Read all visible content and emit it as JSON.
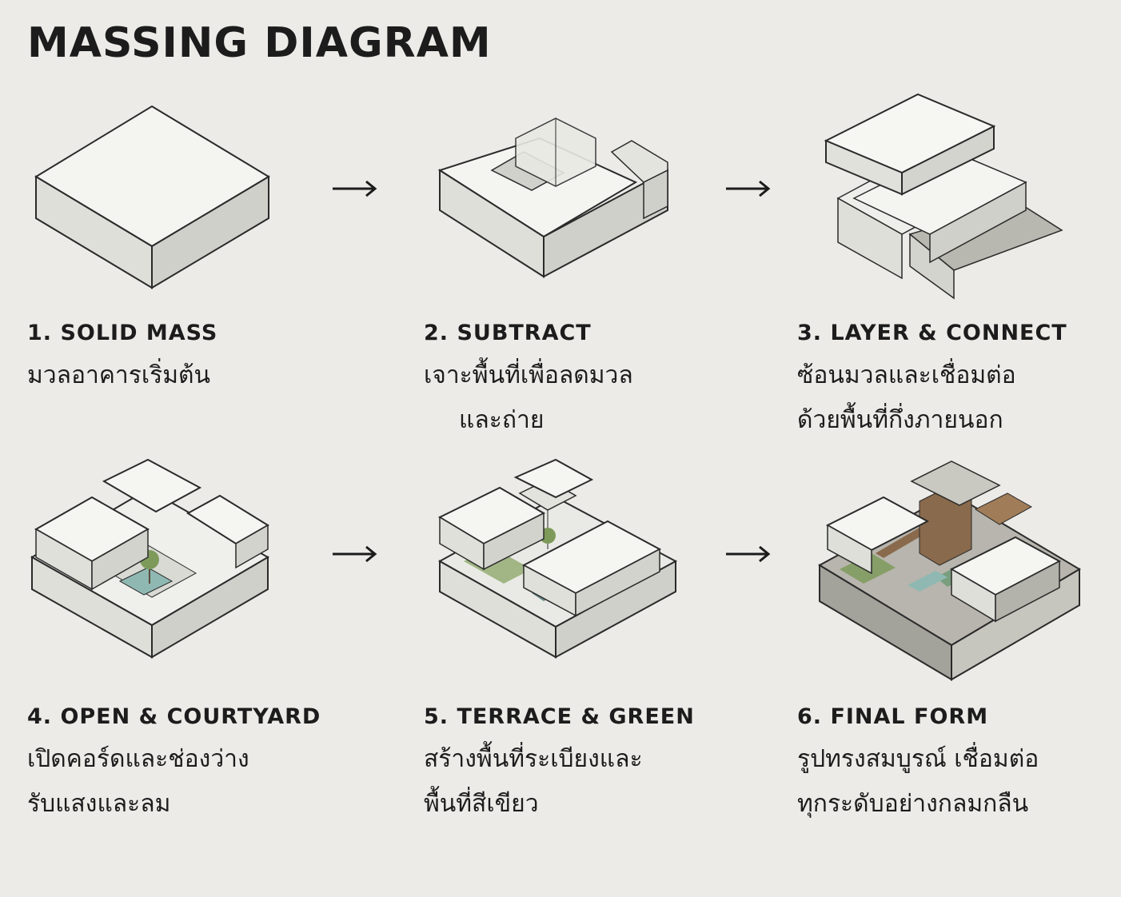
{
  "title": "MASSING DIAGRAM",
  "steps": [
    {
      "label": "1. SOLID MASS",
      "desc": [
        "มวลอาคารเริ่มต้น"
      ]
    },
    {
      "label": "2. SUBTRACT",
      "desc": [
        "เจาะพื้นที่เพื่อลดมวล",
        "และถ่าย"
      ]
    },
    {
      "label": "3. LAYER & CONNECT",
      "desc": [
        "ซ้อนมวลและเชื่อมต่อ",
        "ด้วยพื้นที่กึ่งภายนอก"
      ]
    },
    {
      "label": "4. OPEN & COURTYARD",
      "desc": [
        "เปิดคอร์ดและช่องว่าง",
        "รับแสงและลม"
      ]
    },
    {
      "label": "5. TERRACE & GREEN",
      "desc": [
        "สร้างพื้นที่ระเบียงและ",
        "พื้นที่สีเขียว"
      ]
    },
    {
      "label": "6. FINAL FORM",
      "desc": [
        "รูปทรงสมบูรณ์ เชื่อมต่อ",
        "ทุกระดับอย่างกลมกลืน"
      ]
    }
  ],
  "arrows": [
    "→",
    "→",
    "→",
    "→"
  ],
  "colors": {
    "background": "#ecebe7",
    "mass_light": "#f4f4f1",
    "mass_side": "#dcdcd6",
    "line": "#2a2a2a",
    "green": "#7e9a5b",
    "wood": "#8a6a4c",
    "water": "#8fb8b2"
  }
}
